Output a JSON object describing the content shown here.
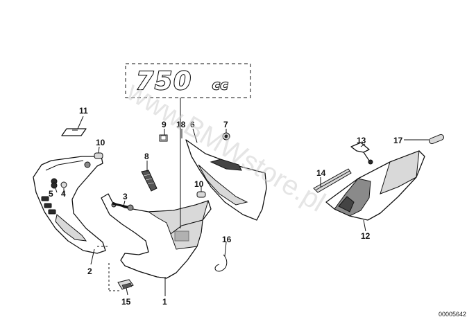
{
  "watermark": "www.BMWstore.pl",
  "badge": {
    "number": "750",
    "suffix": "cc"
  },
  "callouts": {
    "c1": "1",
    "c2": "2",
    "c3": "3",
    "c4": "4",
    "c5": "5",
    "c6": "6",
    "c7": "7",
    "c8": "8",
    "c9": "9",
    "c10a": "10",
    "c10b": "10",
    "c11": "11",
    "c12": "12",
    "c13": "13",
    "c14": "14",
    "c15": "15",
    "c16": "16",
    "c17": "17",
    "c18": "18"
  },
  "reference_code": "00005642"
}
